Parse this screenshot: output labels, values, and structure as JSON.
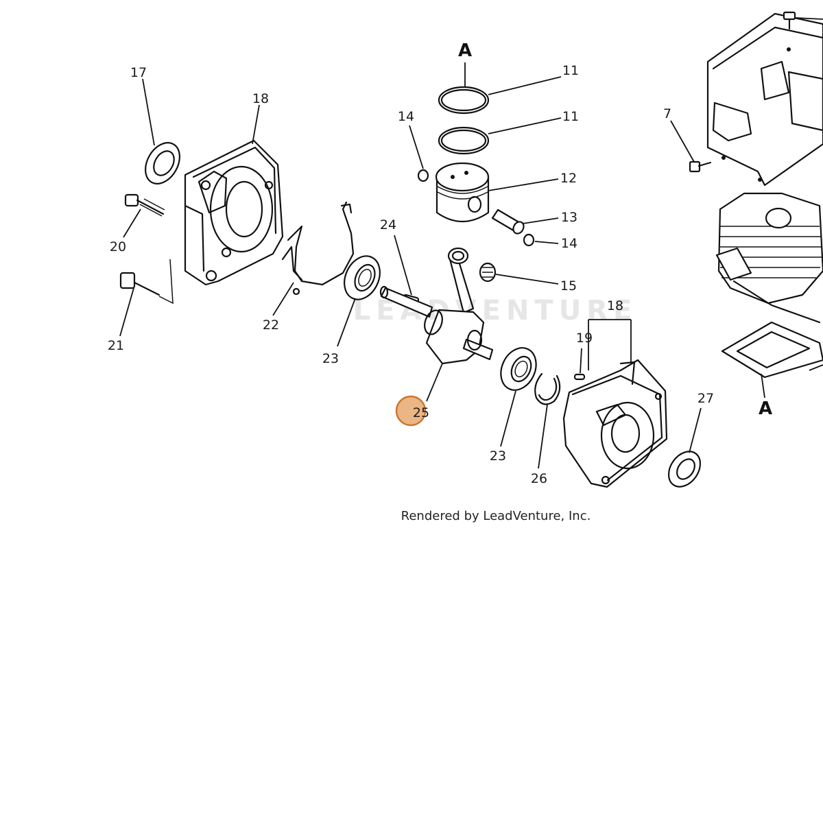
{
  "diagram": {
    "callouts": {
      "c17": "17",
      "c18a": "18",
      "c20": "20",
      "c21": "21",
      "c22": "22",
      "c23a": "23",
      "c14a": "14",
      "c11a": "11",
      "c11b": "11",
      "c12": "12",
      "c13": "13",
      "c14b": "14",
      "c15": "15",
      "c24": "24",
      "c25": "25",
      "c23b": "23",
      "c26": "26",
      "c18b": "18",
      "c19": "19",
      "c27": "27",
      "c7": "7",
      "cA1": "A",
      "cA2": "A"
    },
    "highlighted_callout": "25",
    "highlight_color": "#e8a870",
    "watermark": "LEADVENTURE",
    "credit": "Rendered by LeadVenture, Inc."
  }
}
